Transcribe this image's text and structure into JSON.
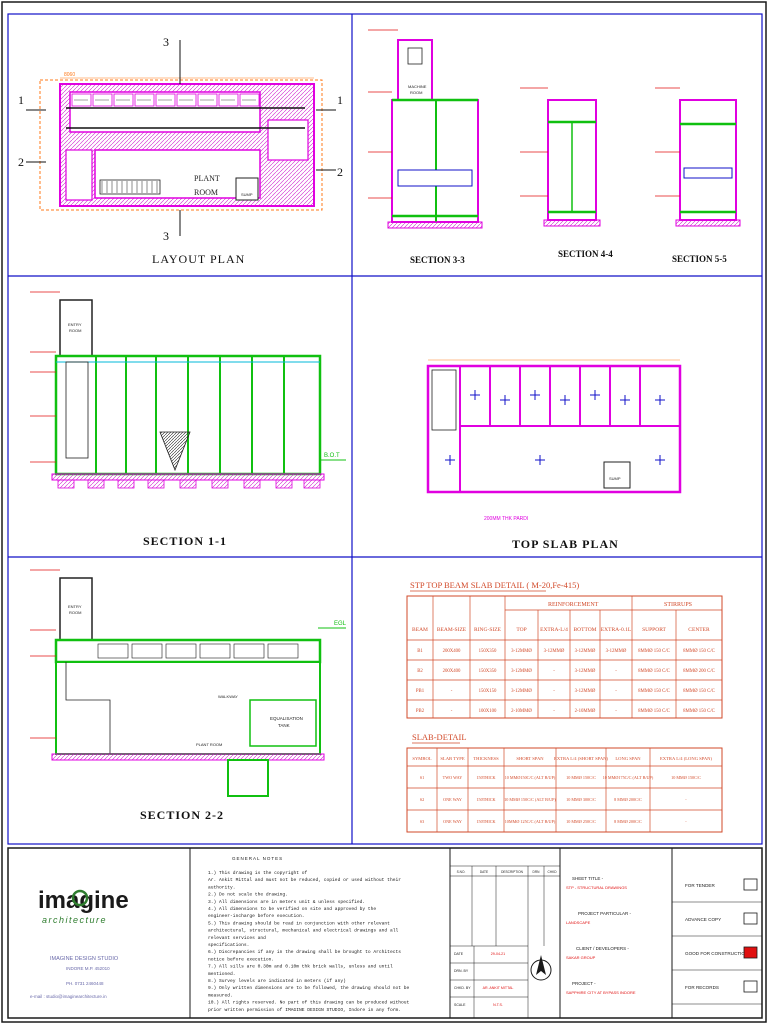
{
  "colors": {
    "frame_blue": "#1010c8",
    "wall_magenta": "#e000e0",
    "rebar_green": "#10c010",
    "dim_orange": "#ff7a1a",
    "cad_red": "#e01010",
    "table_text": "#d24a2a",
    "dark": "#1a1a1a",
    "cyan": "#00b8d8",
    "brand_green": "#2f7d2f"
  },
  "panels": {
    "layout_plan": {
      "title": "LAYOUT PLAN",
      "room_label_1": "PLANT",
      "room_label_2": "ROOM",
      "sump_label": "SUMP",
      "top_dim": "8060",
      "section_marks": [
        "3",
        "3",
        "1",
        "1",
        "2",
        "2"
      ]
    },
    "section_3_3": {
      "title": "SECTION 3-3",
      "room_1": "MACHINE",
      "room_2": "ROOM"
    },
    "section_4_4": {
      "title": "SECTION 4-4"
    },
    "section_5_5": {
      "title": "SECTION 5-5"
    },
    "section_1_1": {
      "title": "SECTION 1-1",
      "room_1": "ENTRY",
      "room_2": "ROOM",
      "level_tag": "B.O.T"
    },
    "top_slab_plan": {
      "title": "TOP SLAB PLAN",
      "sump_label": "SUMP",
      "bottom_note": "200MM THK PARDI"
    },
    "section_2_2": {
      "title": "SECTION 2-2",
      "room_1": "ENTRY",
      "room_2": "ROOM",
      "level_tag": "EGL",
      "walkway": "WALKWAY",
      "tank_1": "EQUALISATION",
      "tank_2": "TANK",
      "plant_room": "PLANT ROOM"
    }
  },
  "beam_table": {
    "title": "STP TOP BEAM SLAB DETAIL ( M-20,Fe-415)",
    "group_reinforcement": "REINFORCEMENT",
    "group_stirrups": "STIRRUPS",
    "headers": [
      "BEAM",
      "BEAM-SIZE",
      "RING-SIZE",
      "TOP",
      "EXTRA-L/4",
      "BOTTOM",
      "EXTRA-0.1L",
      "SUPPORT",
      "CENTER"
    ],
    "rows": [
      [
        "B1",
        "200X400",
        "150X350",
        "3-12MMØ",
        "3-12MMØ",
        "3-12MMØ",
        "3-12MMØ",
        "8MMØ 150 C/C",
        "8MMØ 150 C/C"
      ],
      [
        "B2",
        "200X400",
        "150X350",
        "3-12MMØ",
        "-",
        "3-12MMØ",
        "-",
        "8MMØ 150 C/C",
        "8MMØ 200 C/C"
      ],
      [
        "PB1",
        "-",
        "150X150",
        "3-12MMØ",
        "-",
        "3-12MMØ",
        "-",
        "8MMØ 150 C/C",
        "8MMØ 150 C/C"
      ],
      [
        "PB2",
        "-",
        "100X100",
        "2-10MMØ",
        "-",
        "2-10MMØ",
        "-",
        "8MMØ 150 C/C",
        "8MMØ 150 C/C"
      ]
    ]
  },
  "slab_table": {
    "title": "SLAB-DETAIL",
    "headers": [
      "SYMBOL",
      "SLAB TYPE",
      "THICKNESS",
      "SHORT SPAN",
      "EXTRA L/4 (SHORT SPAN)",
      "LONG SPAN",
      "EXTRA L/4 (LONG SPAN)"
    ],
    "rows": [
      [
        "S1",
        "TWO WAY",
        "150THICK",
        "10 MMØ150C/C (ALT B/UP)",
        "10 MMØ 150C/C",
        "10 MMØ175C/C (ALT B/UP)",
        "10 MMØ 150C/C"
      ],
      [
        "S2",
        "ONE WAY",
        "150THICK",
        "10 MMØ 150C/C (ALT B/UP)",
        "10 MMØ 300C/C",
        "8 MMØ 200C/C",
        "-"
      ],
      [
        "S3",
        "ONE WAY",
        "150THICK",
        "10MMØ 125C/C (ALT B/UP)",
        "10 MMØ 250C/C",
        "8 MMØ 200C/C",
        "-"
      ]
    ]
  },
  "title_block": {
    "logo_text": "imagine",
    "logo_sub": "architecture",
    "studio_name": "IMAGINE DESIGN STUDIO",
    "studio_city": "INDORE M.P. 452010",
    "studio_phone": "PH. 0731 2460448",
    "studio_email": "e-mail : studio@imaginearchitecture.in",
    "notes_title": "GENERAL NOTES",
    "notes": [
      "1.) This drawing is the copyright of",
      "    Ar. Ankit Mittal and must not be reduced, copied or used without their",
      "    authority.",
      "2.) Do not scale the drawing.",
      "3.) All dimensions are in meters unit & unless specified.",
      "4.) All dimensions to be verified on site and approved by the",
      "    engineer-incharge before execution.",
      "5.) This drawing should be read in conjunction with other relevant",
      "    architectural, structural, mechanical and electrical drawings and all",
      "    relevant services and",
      "    specifications.",
      "6.) Discrepancies if any in the drawing shall be brought to Architects",
      "    notice before execution.",
      "7.) All sills are 0.30m and 0.10m thk brick walls, unless and until",
      "    mentioned.",
      "8.) Survey levels are indicated in meters (if any)",
      "9.) Only written dimensions are to be followed, the drawing should not be",
      "    measured.",
      "10.) All rights reserved. No part of this drawing can be produced without",
      "    prior written permission of IMAGINE DESIGN STUDIO, Indore in any form."
    ],
    "rev_headers": [
      "S.NO.",
      "DATE",
      "DESCRIPTION",
      "DRN",
      "CHKD"
    ],
    "meta_labels": [
      "DATE",
      "DRN. BY",
      "CHKD. BY",
      "SCALE"
    ],
    "meta_values": [
      "29-04-21",
      "",
      "AR. ANKIT MITTAL",
      "N.T.S."
    ],
    "sheet_title_label": "SHEET TITLE -",
    "sheet_title_value": "STP - STRUCTURAL DRAWINGS",
    "project_particular_label": "PROJECT PARTICULAR -",
    "project_particular_value": "LANDSCAPE",
    "client_label": "CLIENT / DEVELOPERS -",
    "client_value": "SAKAR GROUP",
    "project_label": "PROJECT -",
    "project_value": "SAPPHIRE CITY AT BYPASS INDORE",
    "status_options": [
      {
        "label": "FOR TENDER",
        "checked": false
      },
      {
        "label": "ADVANCE COPY",
        "checked": false
      },
      {
        "label": "GOOD FOR CONSTRUCTION",
        "checked": true
      },
      {
        "label": "FOR RECORDS",
        "checked": false
      }
    ]
  }
}
